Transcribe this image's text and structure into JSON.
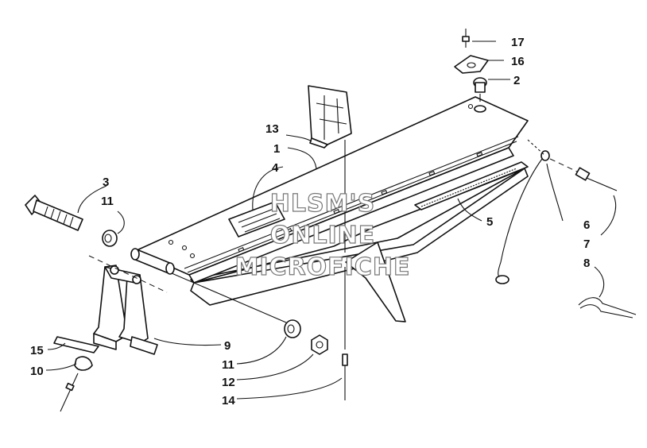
{
  "callouts": {
    "c1": "1",
    "c2": "2",
    "c3": "3",
    "c4": "4",
    "c5": "5",
    "c6": "6",
    "c7": "7",
    "c8": "8",
    "c9": "9",
    "c10": "10",
    "c11a": "11",
    "c11b": "11",
    "c12": "12",
    "c13": "13",
    "c14": "14",
    "c15": "15",
    "c16": "16",
    "c17": "17"
  },
  "watermark": {
    "line1": "HLSM'S",
    "line2": "ONLINE",
    "line3": "MICROFICHE"
  }
}
